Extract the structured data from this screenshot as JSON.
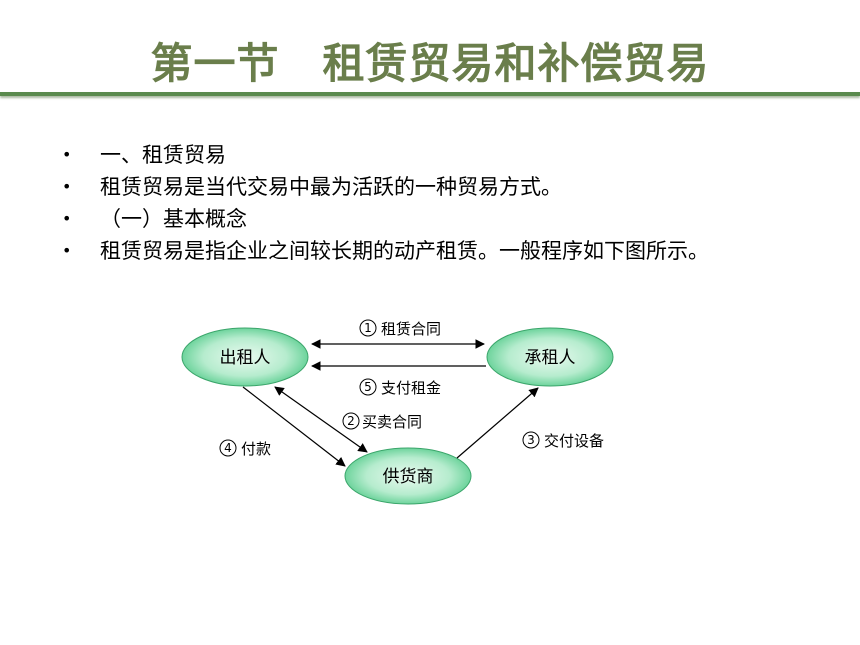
{
  "slide": {
    "title": "第一节　租赁贸易和补偿贸易"
  },
  "bullets": [
    "一、租赁贸易",
    "租赁贸易是当代交易中最为活跃的一种贸易方式。",
    "（一）基本概念",
    "租赁贸易是指企业之间较长期的动产租赁。一般程序如下图所示。"
  ],
  "diagram": {
    "nodes": {
      "lessor": "出租人",
      "lessee": "承租人",
      "supplier": "供货商"
    },
    "edges": [
      {
        "num": "1",
        "label": "租赁合同"
      },
      {
        "num": "5",
        "label": "支付租金"
      },
      {
        "num": "2",
        "label": "买卖合同"
      },
      {
        "num": "4",
        "label": "付款"
      },
      {
        "num": "3",
        "label": "交付设备"
      }
    ],
    "colors": {
      "node_fill_center": "#eafaf0",
      "node_fill_edge": "#43c57f",
      "arrow": "#000000"
    }
  }
}
